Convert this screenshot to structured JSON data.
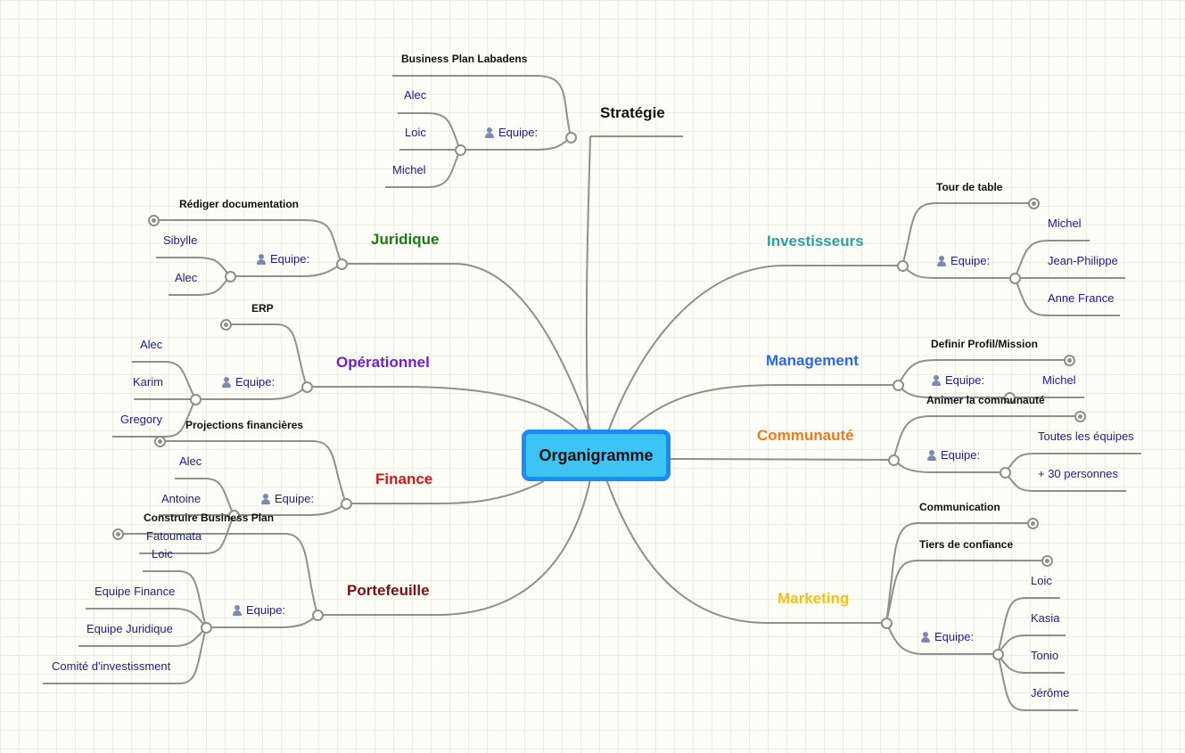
{
  "central": {
    "title": "Organigramme",
    "color": "#3ec3f5",
    "border_color": "#1a8cf0"
  },
  "team_label": "Equipe:",
  "team_icon": "person-icon",
  "branches": {
    "strategie": {
      "title": "Stratégie",
      "color": "#111111",
      "subtopics": [
        "Business Plan Labadens"
      ],
      "team": [
        "Alec",
        "Loic",
        "Michel"
      ]
    },
    "juridique": {
      "title": "Juridique",
      "color": "#1a7a12",
      "subtopics": [
        "Rédiger documentation"
      ],
      "team": [
        "Sibylle",
        "Alec"
      ]
    },
    "operationnel": {
      "title": "Opérationnel",
      "color": "#7020c8",
      "subtopics": [
        "ERP"
      ],
      "team": [
        "Alec",
        "Karim",
        "Gregory"
      ]
    },
    "finance": {
      "title": "Finance",
      "color": "#d01818",
      "subtopics": [
        "Projections financières"
      ],
      "team": [
        "Alec",
        "Antoine",
        "Fatoumata"
      ]
    },
    "portefeuille": {
      "title": "Portefeuille",
      "color": "#7a1010",
      "subtopics": [
        "Construire Business Plan"
      ],
      "team": [
        "Loic",
        "Equipe Finance",
        "Equipe Juridique",
        "Comité d'investissment"
      ]
    },
    "investisseurs": {
      "title": "Investisseurs",
      "color": "#2aa0a0",
      "subtopics": [
        "Tour de table"
      ],
      "team": [
        "Michel",
        "Jean-Philippe",
        "Anne France"
      ]
    },
    "management": {
      "title": "Management",
      "color": "#2a66e8",
      "subtopics": [
        "Definir Profil/Mission"
      ],
      "team": [
        "Michel"
      ]
    },
    "communaute": {
      "title": "Communauté",
      "color": "#f07a18",
      "subtopics": [
        "Animer la communauté"
      ],
      "team": [
        "Toutes les équipes",
        "+ 30 personnes"
      ]
    },
    "marketing": {
      "title": "Marketing",
      "color": "#f0c020",
      "subtopics": [
        "Communication",
        "Tiers de confiance"
      ],
      "team": [
        "Loic",
        "Kasia",
        "Tonio",
        "Jérôme"
      ]
    }
  }
}
